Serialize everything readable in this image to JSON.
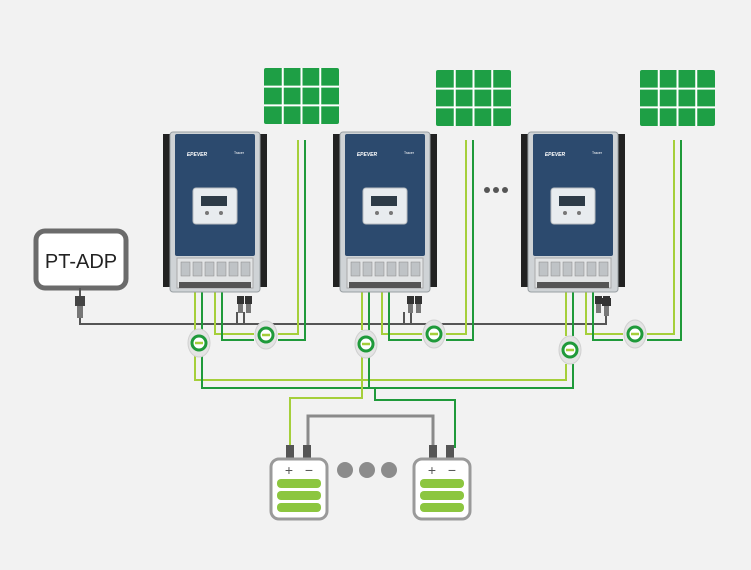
{
  "adapter": {
    "label": "PT-ADP"
  },
  "controllers": [
    {
      "brand": "EPEVER",
      "model": "Tracer"
    },
    {
      "brand": "EPEVER",
      "model": "Tracer"
    },
    {
      "brand": "EPEVER",
      "model": "Tracer"
    }
  ],
  "batteries": [
    {
      "positive": "+",
      "negative": "−"
    },
    {
      "positive": "+",
      "negative": "−"
    }
  ],
  "colors": {
    "background": "#f2f2f2",
    "panel_green": "#1e9f45",
    "panel_grid": "#ffffff",
    "controller_blue": "#2c4a6e",
    "battery_green": "#8cc63f",
    "wire_dark_green": "#1f9a3a",
    "wire_light_green": "#a5cf3a",
    "wire_gray": "#8a8a8a",
    "ellipsis_gray": "#8c8c8c"
  },
  "icons": {
    "ellipsis_top": "dots-horizontal-icon",
    "ellipsis_bottom": "dots-horizontal-icon",
    "breaker": "breaker-icon"
  }
}
